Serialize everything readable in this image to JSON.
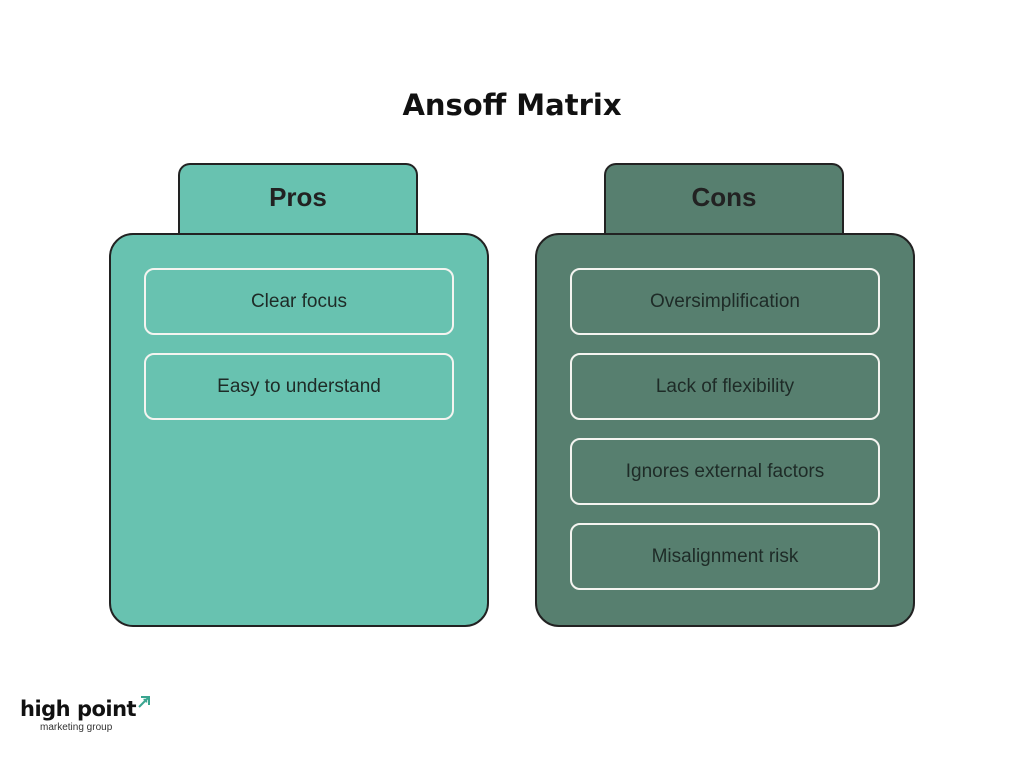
{
  "title": "Ansoff Matrix",
  "colors": {
    "pros": "#68c2b0",
    "cons": "#577f6f",
    "outline": "#222222",
    "item_border": "#f4f4f0"
  },
  "pros": {
    "heading": "Pros",
    "items": [
      "Clear focus",
      "Easy to understand"
    ]
  },
  "cons": {
    "heading": "Cons",
    "items": [
      "Oversimplification",
      "Lack of flexibility",
      "Ignores external factors",
      "Misalignment risk"
    ]
  },
  "logo": {
    "name": "high point",
    "tagline": "marketing group",
    "icon": "arrow-up-right-icon"
  }
}
